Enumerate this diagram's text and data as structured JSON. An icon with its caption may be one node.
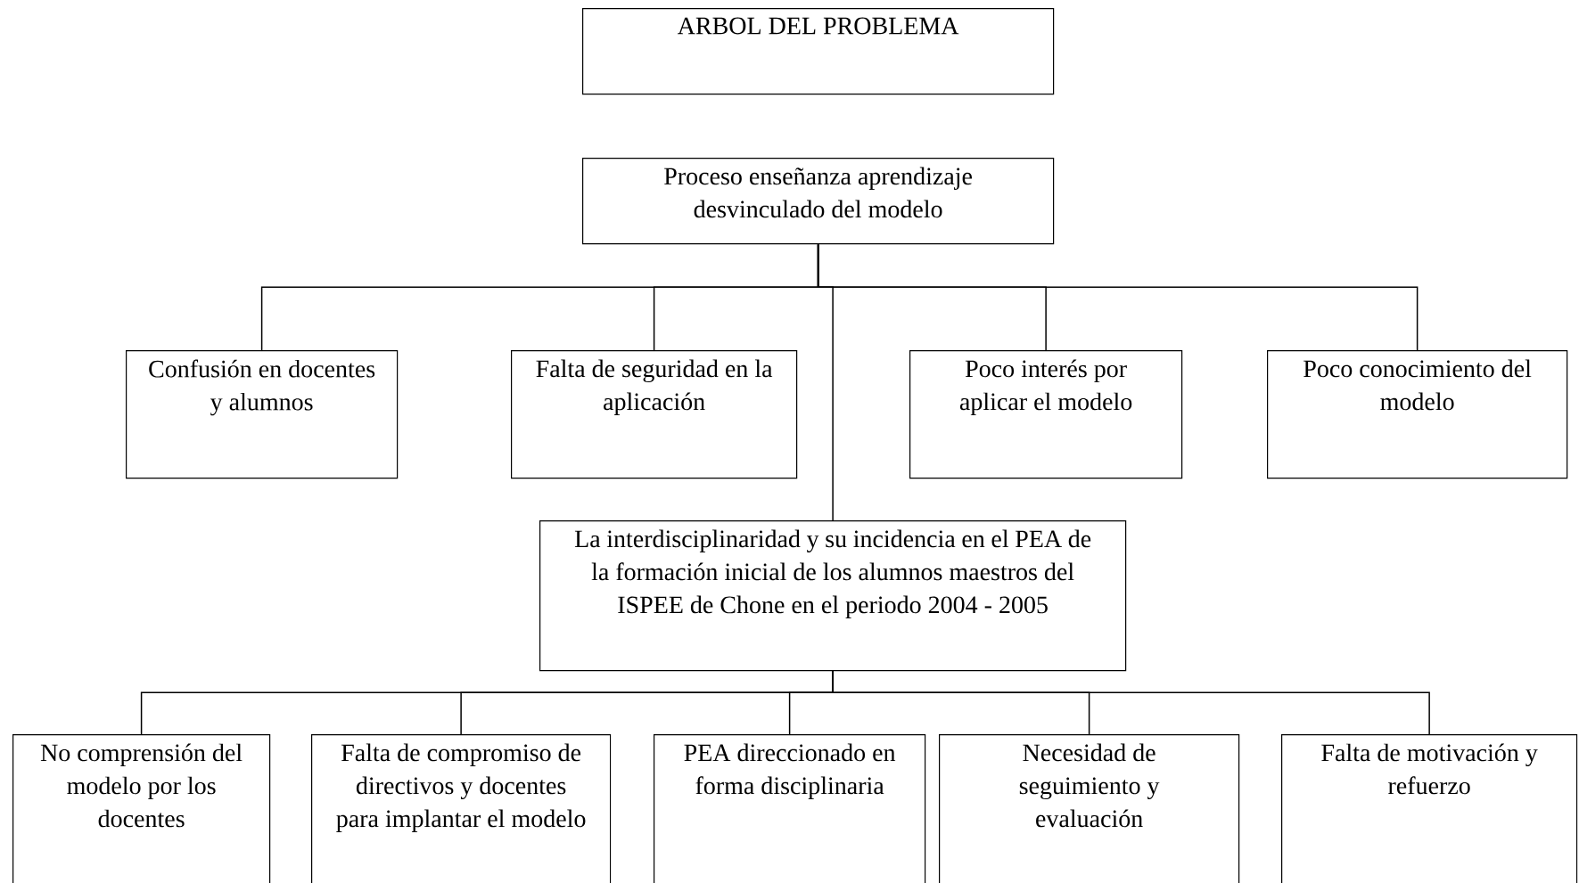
{
  "diagram": {
    "nodes": [
      {
        "text": [
          "ARBOL DEL PROBLEMA"
        ]
      },
      {
        "text": [
          "Proceso enseñanza aprendizaje desvinculado del modelo"
        ]
      },
      {
        "text": [
          "Confusión en docentes y alumnos"
        ]
      },
      {
        "text": [
          "Falta de seguridad en la aplicación"
        ]
      },
      {
        "text": [
          "Poco interés por aplicar el modelo"
        ]
      },
      {
        "text": [
          "Poco conocimiento del modelo"
        ]
      },
      {
        "text": [
          "La interdisciplinaridad y su incidencia en el PEA de la formación inicial de los alumnos maestros del ISPEE de Chone en el periodo 2004 - 2005"
        ]
      },
      {
        "text": [
          "No comprensión del modelo por los docentes"
        ]
      },
      {
        "text": [
          "Falta de compromiso de directivos y docentes para implantar el modelo"
        ]
      },
      {
        "text": [
          "PEA direccionado en forma disciplinaria"
        ]
      },
      {
        "text": [
          "Necesidad de seguimiento y evaluación"
        ]
      },
      {
        "text": [
          "Falta de motivación y refuerzo"
        ]
      }
    ],
    "edges": [
      {
        "from": 1,
        "to": 2,
        "arrow": "none"
      },
      {
        "from": 1,
        "to": 3,
        "arrow": "none"
      },
      {
        "from": 1,
        "to": 4,
        "arrow": "none"
      },
      {
        "from": 1,
        "to": 5,
        "arrow": "none"
      },
      {
        "from": 1,
        "to": 6,
        "arrow": "none"
      },
      {
        "from": 6,
        "to": 7,
        "arrow": "none"
      },
      {
        "from": 6,
        "to": 8,
        "arrow": "none"
      },
      {
        "from": 6,
        "to": 9,
        "arrow": "none"
      },
      {
        "from": 6,
        "to": 10,
        "arrow": "none"
      },
      {
        "from": 6,
        "to": 11,
        "arrow": "none"
      }
    ]
  }
}
